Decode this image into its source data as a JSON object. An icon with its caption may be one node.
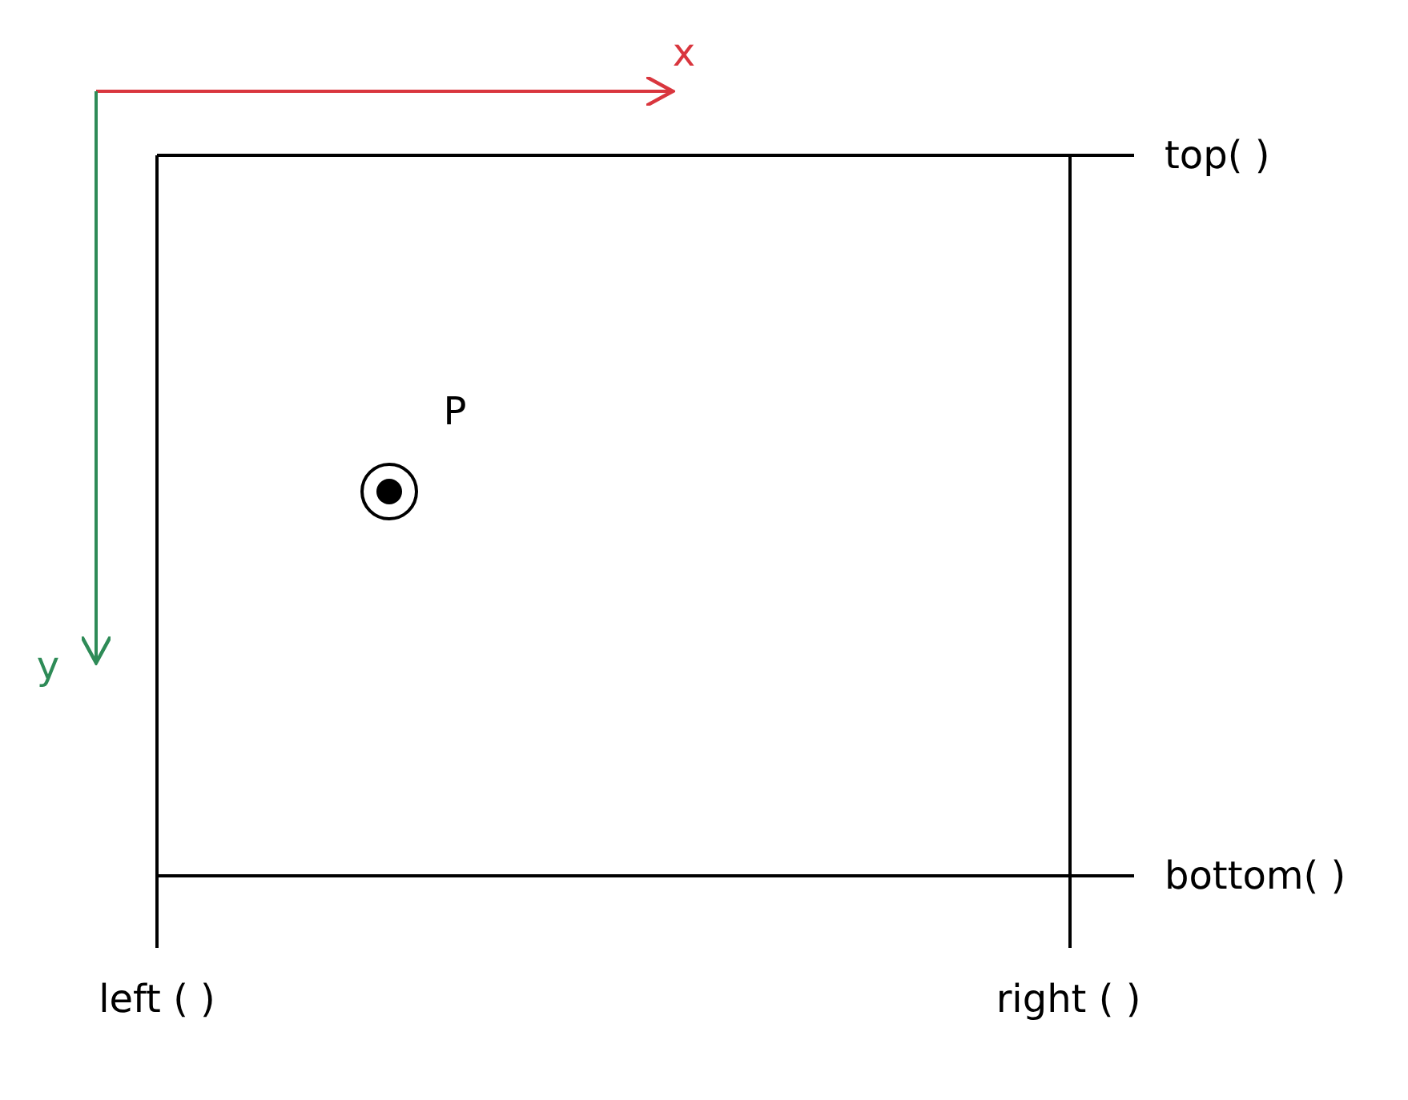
{
  "diagram": {
    "labels": [
      "x",
      "top( )",
      "P",
      "y",
      "bottom( )",
      "left ( )",
      "right ( )"
    ]
  }
}
